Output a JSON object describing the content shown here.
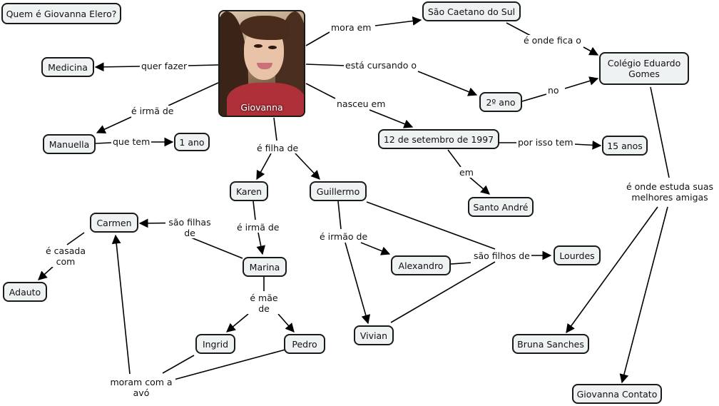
{
  "title": "Quem é Giovanna Elero?",
  "photo_caption": "Giovanna",
  "nodes": {
    "sao_caetano": "São Caetano do Sul",
    "colegio": "Colégio Eduardo Gomes",
    "medicina": "Medicina",
    "segundo_ano": "2º ano",
    "manuella": "Manuella",
    "um_ano": "1 ano",
    "data_nasc": "12 de setembro de 1997",
    "quinze_anos": "15 anos",
    "santo_andre": "Santo André",
    "karen": "Karen",
    "guillermo": "Guillermo",
    "carmen": "Carmen",
    "adauto": "Adauto",
    "marina": "Marina",
    "alexandro": "Alexandro",
    "lourdes": "Lourdes",
    "ingrid": "Ingrid",
    "pedro": "Pedro",
    "vivian": "Vivian",
    "bruna": "Bruna Sanches",
    "giovanna_contato": "Giovanna Contato"
  },
  "links": {
    "mora_em": "mora em",
    "e_onde_fica_o": "é onde fica o",
    "esta_cursando_o": "está cursando o",
    "no": "no",
    "nasceu_em": "nasceu em",
    "quer_fazer": "quer fazer",
    "e_irma_de": "é irmã de",
    "que_tem": "que tem",
    "por_isso_tem": "por isso tem",
    "em": "em",
    "e_filha_de": "é filha de",
    "sao_filhas_de": "são filhas de",
    "e_irma_de_2": "é irmã de",
    "e_casada_com": "é casada com",
    "e_irmao_de": "é irmão de",
    "sao_filhos_de": "são filhos de",
    "e_mae_de": "é mãe de",
    "moram_com_a_avo": "moram com a avó",
    "e_onde_estuda": "é onde estuda suas melhores amigas"
  }
}
